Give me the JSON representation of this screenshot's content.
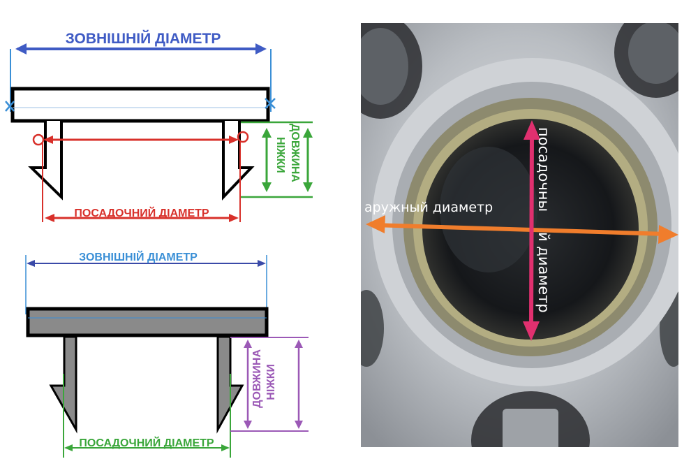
{
  "diagram_top": {
    "outer_label": "ЗОВНІШНІЙ ДІАМЕТР",
    "seat_label": "ПОСАДОЧНИЙ ДІАМЕТР",
    "leg_label_line1": "ДОВЖИНА",
    "leg_label_line2": "НІЖКИ"
  },
  "diagram_bottom": {
    "outer_label": "ЗОВНІШНІЙ ДІАМЕТР",
    "seat_label": "ПОСАДОЧНИЙ ДІАМЕТР",
    "leg_label_line1": "ДОВЖИНА",
    "leg_label_line2": "НІЖКИ"
  },
  "photo": {
    "outer_label": "аружный диаметр",
    "seat_label_line1": "посадочны",
    "seat_label_line2": "й диаметр"
  },
  "colors": {
    "outer_top": "#3f5bc4",
    "seat_top": "#d8302a",
    "leg_top": "#3aa63a",
    "outer_bottom": "#3a8fd6",
    "seat_bottom": "#3aa63a",
    "leg_bottom": "#9b59b6",
    "photo_outer": "#f07d2c",
    "photo_seat": "#e0306f"
  }
}
